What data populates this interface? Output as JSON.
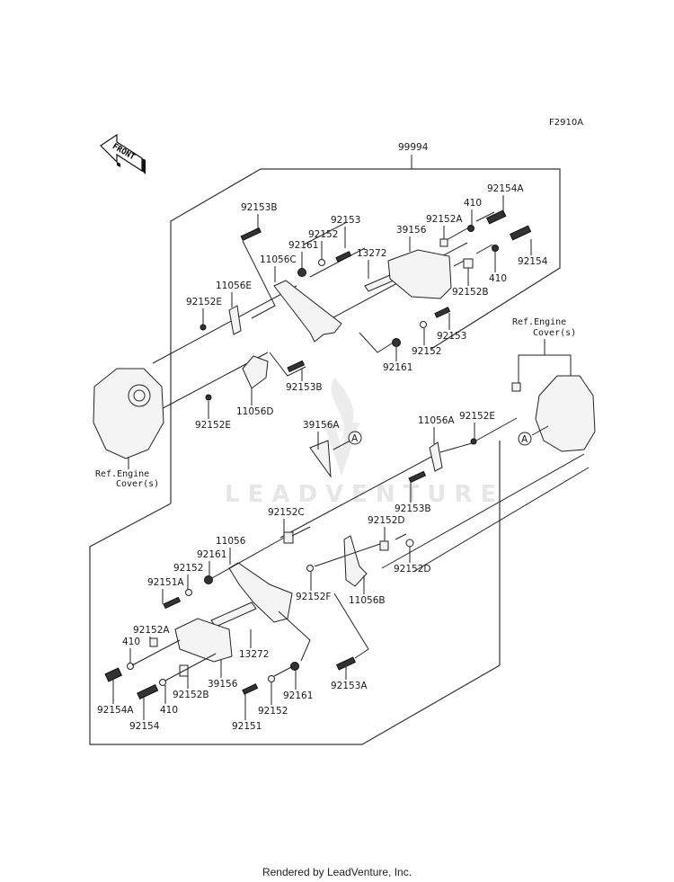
{
  "figure_code": "F2910A",
  "front_arrow_label": "FRONT",
  "assembly_label": "99994",
  "watermark": "LEADVENTURE",
  "footer": "Rendered by LeadVenture, Inc.",
  "callout_A": "A",
  "ref_labels": {
    "left_line1": "Ref.Engine",
    "left_line2": "Cover(s)",
    "right_line1": "Ref.Engine",
    "right_line2": "Cover(s)"
  },
  "upper_group": [
    {
      "id": "u1",
      "part": "92153B"
    },
    {
      "id": "u2",
      "part": "92153"
    },
    {
      "id": "u3",
      "part": "92152"
    },
    {
      "id": "u4",
      "part": "92161"
    },
    {
      "id": "u5",
      "part": "11056C"
    },
    {
      "id": "u6",
      "part": "11056E"
    },
    {
      "id": "u7",
      "part": "92152E"
    },
    {
      "id": "u8",
      "part": "13272"
    },
    {
      "id": "u9",
      "part": "39156"
    },
    {
      "id": "u10",
      "part": "92152A"
    },
    {
      "id": "u11",
      "part": "410"
    },
    {
      "id": "u12",
      "part": "92154A"
    },
    {
      "id": "u13",
      "part": "92154"
    },
    {
      "id": "u14",
      "part": "410"
    },
    {
      "id": "u15",
      "part": "92152B"
    },
    {
      "id": "u16",
      "part": "92153"
    },
    {
      "id": "u17",
      "part": "92152"
    },
    {
      "id": "u18",
      "part": "92161"
    },
    {
      "id": "u19",
      "part": "92153B"
    },
    {
      "id": "u20",
      "part": "11056D"
    },
    {
      "id": "u21",
      "part": "92152E"
    }
  ],
  "middle_group": [
    {
      "id": "m1",
      "part": "39156A"
    },
    {
      "id": "m2",
      "part": "11056A"
    },
    {
      "id": "m3",
      "part": "92152E"
    },
    {
      "id": "m4",
      "part": "92153B"
    }
  ],
  "lower_group": [
    {
      "id": "l1",
      "part": "92152C"
    },
    {
      "id": "l2",
      "part": "11056"
    },
    {
      "id": "l3",
      "part": "92161"
    },
    {
      "id": "l4",
      "part": "92152"
    },
    {
      "id": "l5",
      "part": "92151A"
    },
    {
      "id": "l6",
      "part": "92152D"
    },
    {
      "id": "l7",
      "part": "92152D"
    },
    {
      "id": "l8",
      "part": "92152F"
    },
    {
      "id": "l9",
      "part": "11056B"
    },
    {
      "id": "l10",
      "part": "92152A"
    },
    {
      "id": "l11",
      "part": "410"
    },
    {
      "id": "l12",
      "part": "13272"
    },
    {
      "id": "l13",
      "part": "39156"
    },
    {
      "id": "l14",
      "part": "92152B"
    },
    {
      "id": "l15",
      "part": "92154A"
    },
    {
      "id": "l16",
      "part": "92154"
    },
    {
      "id": "l17",
      "part": "410"
    },
    {
      "id": "l18",
      "part": "92161"
    },
    {
      "id": "l19",
      "part": "92152"
    },
    {
      "id": "l20",
      "part": "92151"
    },
    {
      "id": "l21",
      "part": "92153A"
    }
  ]
}
